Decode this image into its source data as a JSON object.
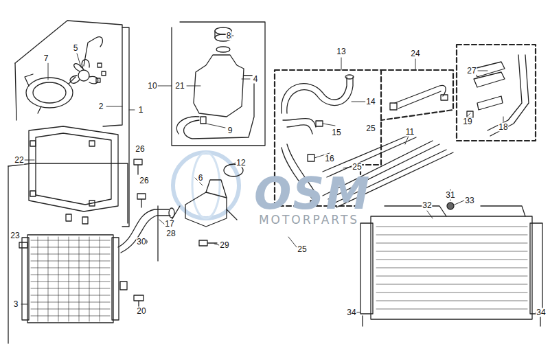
{
  "diagram": {
    "labels": [
      "7",
      "5",
      "8",
      "13",
      "24",
      "27",
      "4",
      "10",
      "21",
      "2",
      "1",
      "14",
      "15",
      "25",
      "11",
      "19",
      "18",
      "9",
      "26",
      "22",
      "12",
      "16",
      "25",
      "26",
      "6",
      "31",
      "33",
      "32",
      "17",
      "28",
      "23",
      "30",
      "29",
      "25",
      "3",
      "20",
      "34",
      "34",
      "OSM",
      "MOTORPARTS"
    ]
  }
}
